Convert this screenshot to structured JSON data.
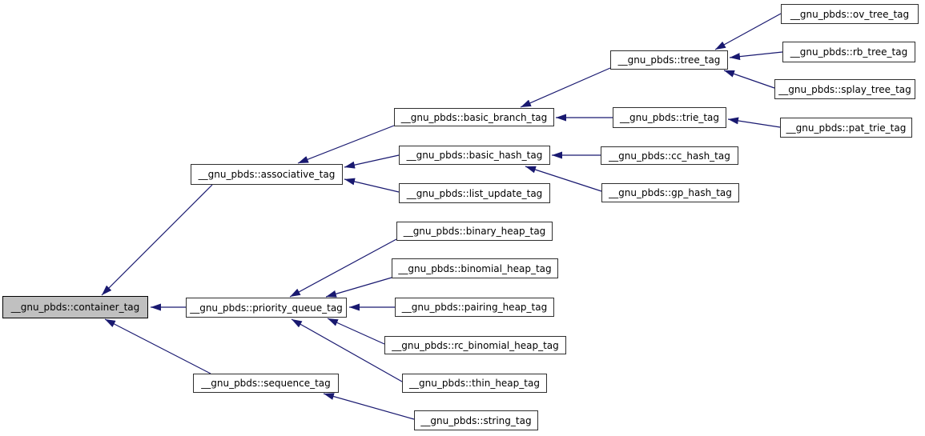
{
  "diagram": {
    "type": "inheritance-graph",
    "edge_color": "#191970",
    "node_fill": "#ffffff",
    "selected_node_fill": "#c0c0c0",
    "node_border_color": "#2f2f2f",
    "nodes": [
      {
        "id": "container_tag",
        "label": "__gnu_pbds::container_tag",
        "selected": true
      },
      {
        "id": "associative_tag",
        "label": "__gnu_pbds::associative_tag",
        "selected": false
      },
      {
        "id": "priority_queue_tag",
        "label": "__gnu_pbds::priority_queue_tag",
        "selected": false
      },
      {
        "id": "sequence_tag",
        "label": "__gnu_pbds::sequence_tag",
        "selected": false
      },
      {
        "id": "basic_branch_tag",
        "label": "__gnu_pbds::basic_branch_tag",
        "selected": false
      },
      {
        "id": "basic_hash_tag",
        "label": "__gnu_pbds::basic_hash_tag",
        "selected": false
      },
      {
        "id": "list_update_tag",
        "label": "__gnu_pbds::list_update_tag",
        "selected": false
      },
      {
        "id": "tree_tag",
        "label": "__gnu_pbds::tree_tag",
        "selected": false
      },
      {
        "id": "trie_tag",
        "label": "__gnu_pbds::trie_tag",
        "selected": false
      },
      {
        "id": "ov_tree_tag",
        "label": "__gnu_pbds::ov_tree_tag",
        "selected": false
      },
      {
        "id": "rb_tree_tag",
        "label": "__gnu_pbds::rb_tree_tag",
        "selected": false
      },
      {
        "id": "splay_tree_tag",
        "label": "__gnu_pbds::splay_tree_tag",
        "selected": false
      },
      {
        "id": "pat_trie_tag",
        "label": "__gnu_pbds::pat_trie_tag",
        "selected": false
      },
      {
        "id": "cc_hash_tag",
        "label": "__gnu_pbds::cc_hash_tag",
        "selected": false
      },
      {
        "id": "gp_hash_tag",
        "label": "__gnu_pbds::gp_hash_tag",
        "selected": false
      },
      {
        "id": "binary_heap_tag",
        "label": "__gnu_pbds::binary_heap_tag",
        "selected": false
      },
      {
        "id": "binomial_heap_tag",
        "label": "__gnu_pbds::binomial_heap_tag",
        "selected": false
      },
      {
        "id": "pairing_heap_tag",
        "label": "__gnu_pbds::pairing_heap_tag",
        "selected": false
      },
      {
        "id": "rc_binomial_heap_tag",
        "label": "__gnu_pbds::rc_binomial_heap_tag",
        "selected": false
      },
      {
        "id": "thin_heap_tag",
        "label": "__gnu_pbds::thin_heap_tag",
        "selected": false
      },
      {
        "id": "string_tag",
        "label": "__gnu_pbds::string_tag",
        "selected": false
      }
    ],
    "edges": [
      {
        "from": "associative_tag",
        "to": "container_tag"
      },
      {
        "from": "priority_queue_tag",
        "to": "container_tag"
      },
      {
        "from": "sequence_tag",
        "to": "container_tag"
      },
      {
        "from": "basic_branch_tag",
        "to": "associative_tag"
      },
      {
        "from": "basic_hash_tag",
        "to": "associative_tag"
      },
      {
        "from": "list_update_tag",
        "to": "associative_tag"
      },
      {
        "from": "tree_tag",
        "to": "basic_branch_tag"
      },
      {
        "from": "trie_tag",
        "to": "basic_branch_tag"
      },
      {
        "from": "ov_tree_tag",
        "to": "tree_tag"
      },
      {
        "from": "rb_tree_tag",
        "to": "tree_tag"
      },
      {
        "from": "splay_tree_tag",
        "to": "tree_tag"
      },
      {
        "from": "pat_trie_tag",
        "to": "trie_tag"
      },
      {
        "from": "cc_hash_tag",
        "to": "basic_hash_tag"
      },
      {
        "from": "gp_hash_tag",
        "to": "basic_hash_tag"
      },
      {
        "from": "binary_heap_tag",
        "to": "priority_queue_tag"
      },
      {
        "from": "binomial_heap_tag",
        "to": "priority_queue_tag"
      },
      {
        "from": "pairing_heap_tag",
        "to": "priority_queue_tag"
      },
      {
        "from": "rc_binomial_heap_tag",
        "to": "priority_queue_tag"
      },
      {
        "from": "thin_heap_tag",
        "to": "priority_queue_tag"
      },
      {
        "from": "string_tag",
        "to": "sequence_tag"
      }
    ]
  }
}
